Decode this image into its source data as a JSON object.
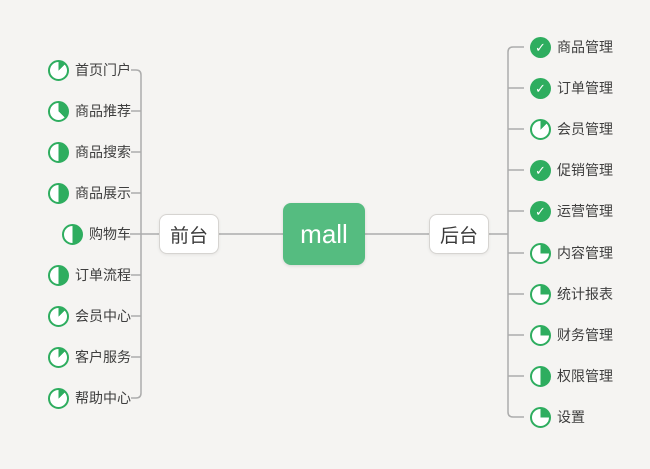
{
  "app": "mind-map",
  "colors": {
    "background": "#f5f4f2",
    "line": "#acacac",
    "icon_green": "#2ead5f",
    "root_node_green": "#55bc80",
    "text": "#3e3e3e"
  },
  "root": {
    "label": "mall"
  },
  "left_branch": {
    "label": "前台",
    "items": [
      {
        "label": "首页门户",
        "icon": "pie-progress",
        "progress": 0.125
      },
      {
        "label": "商品推荐",
        "icon": "pie-progress",
        "progress": 0.375
      },
      {
        "label": "商品搜索",
        "icon": "pie-progress",
        "progress": 0.5
      },
      {
        "label": "商品展示",
        "icon": "pie-progress",
        "progress": 0.5
      },
      {
        "label": "购物车",
        "icon": "pie-progress",
        "progress": 0.5
      },
      {
        "label": "订单流程",
        "icon": "pie-progress",
        "progress": 0.5
      },
      {
        "label": "会员中心",
        "icon": "pie-progress",
        "progress": 0.125
      },
      {
        "label": "客户服务",
        "icon": "pie-progress",
        "progress": 0.125
      },
      {
        "label": "帮助中心",
        "icon": "pie-progress",
        "progress": 0.125
      }
    ]
  },
  "right_branch": {
    "label": "后台",
    "items": [
      {
        "label": "商品管理",
        "icon": "check"
      },
      {
        "label": "订单管理",
        "icon": "check"
      },
      {
        "label": "会员管理",
        "icon": "pie-progress",
        "progress": 0.125
      },
      {
        "label": "促销管理",
        "icon": "check"
      },
      {
        "label": "运营管理",
        "icon": "check"
      },
      {
        "label": "内容管理",
        "icon": "pie-progress",
        "progress": 0.25
      },
      {
        "label": "统计报表",
        "icon": "pie-progress",
        "progress": 0.25
      },
      {
        "label": "财务管理",
        "icon": "pie-progress",
        "progress": 0.25
      },
      {
        "label": "权限管理",
        "icon": "pie-progress",
        "progress": 0.5
      },
      {
        "label": "设置",
        "icon": "pie-progress",
        "progress": 0.25
      }
    ]
  }
}
